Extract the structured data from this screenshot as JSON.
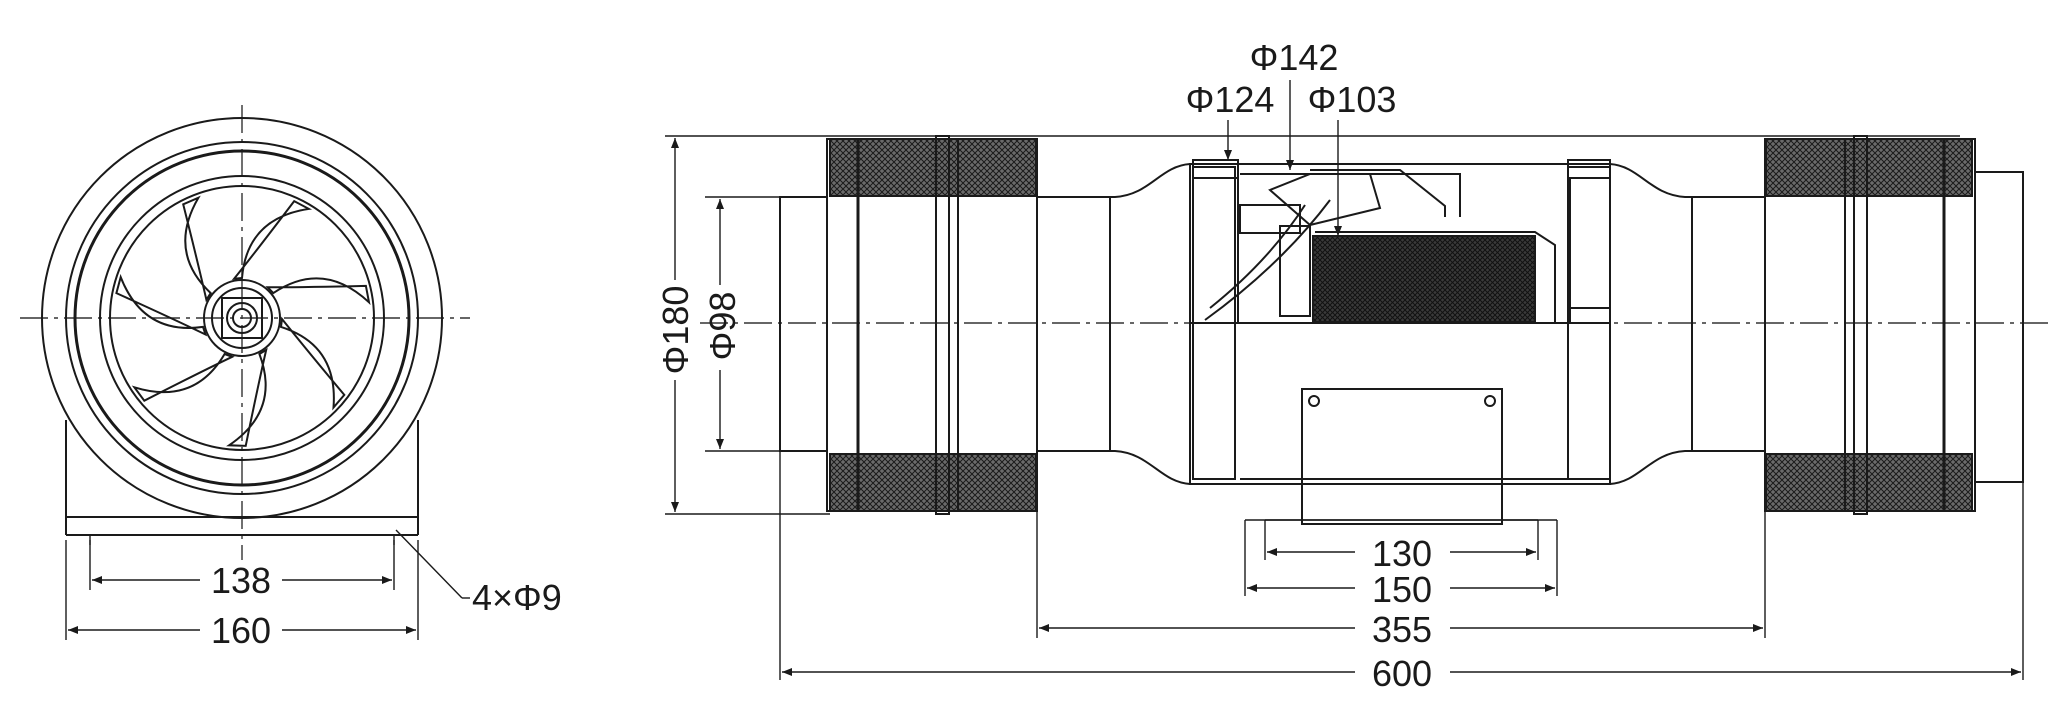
{
  "front_view": {
    "dim_width_inner": "138",
    "dim_width_outer": "160",
    "dim_holes": "4×Φ9"
  },
  "side_view": {
    "dim_phi142": "Φ142",
    "dim_phi124": "Φ124",
    "dim_phi103": "Φ103",
    "dim_phi180": "Φ180",
    "dim_phi98": "Φ98",
    "dim_130": "130",
    "dim_150": "150",
    "dim_355": "355",
    "dim_600": "600"
  },
  "colors": {
    "line": "#1a1a1a",
    "background": "#ffffff"
  }
}
